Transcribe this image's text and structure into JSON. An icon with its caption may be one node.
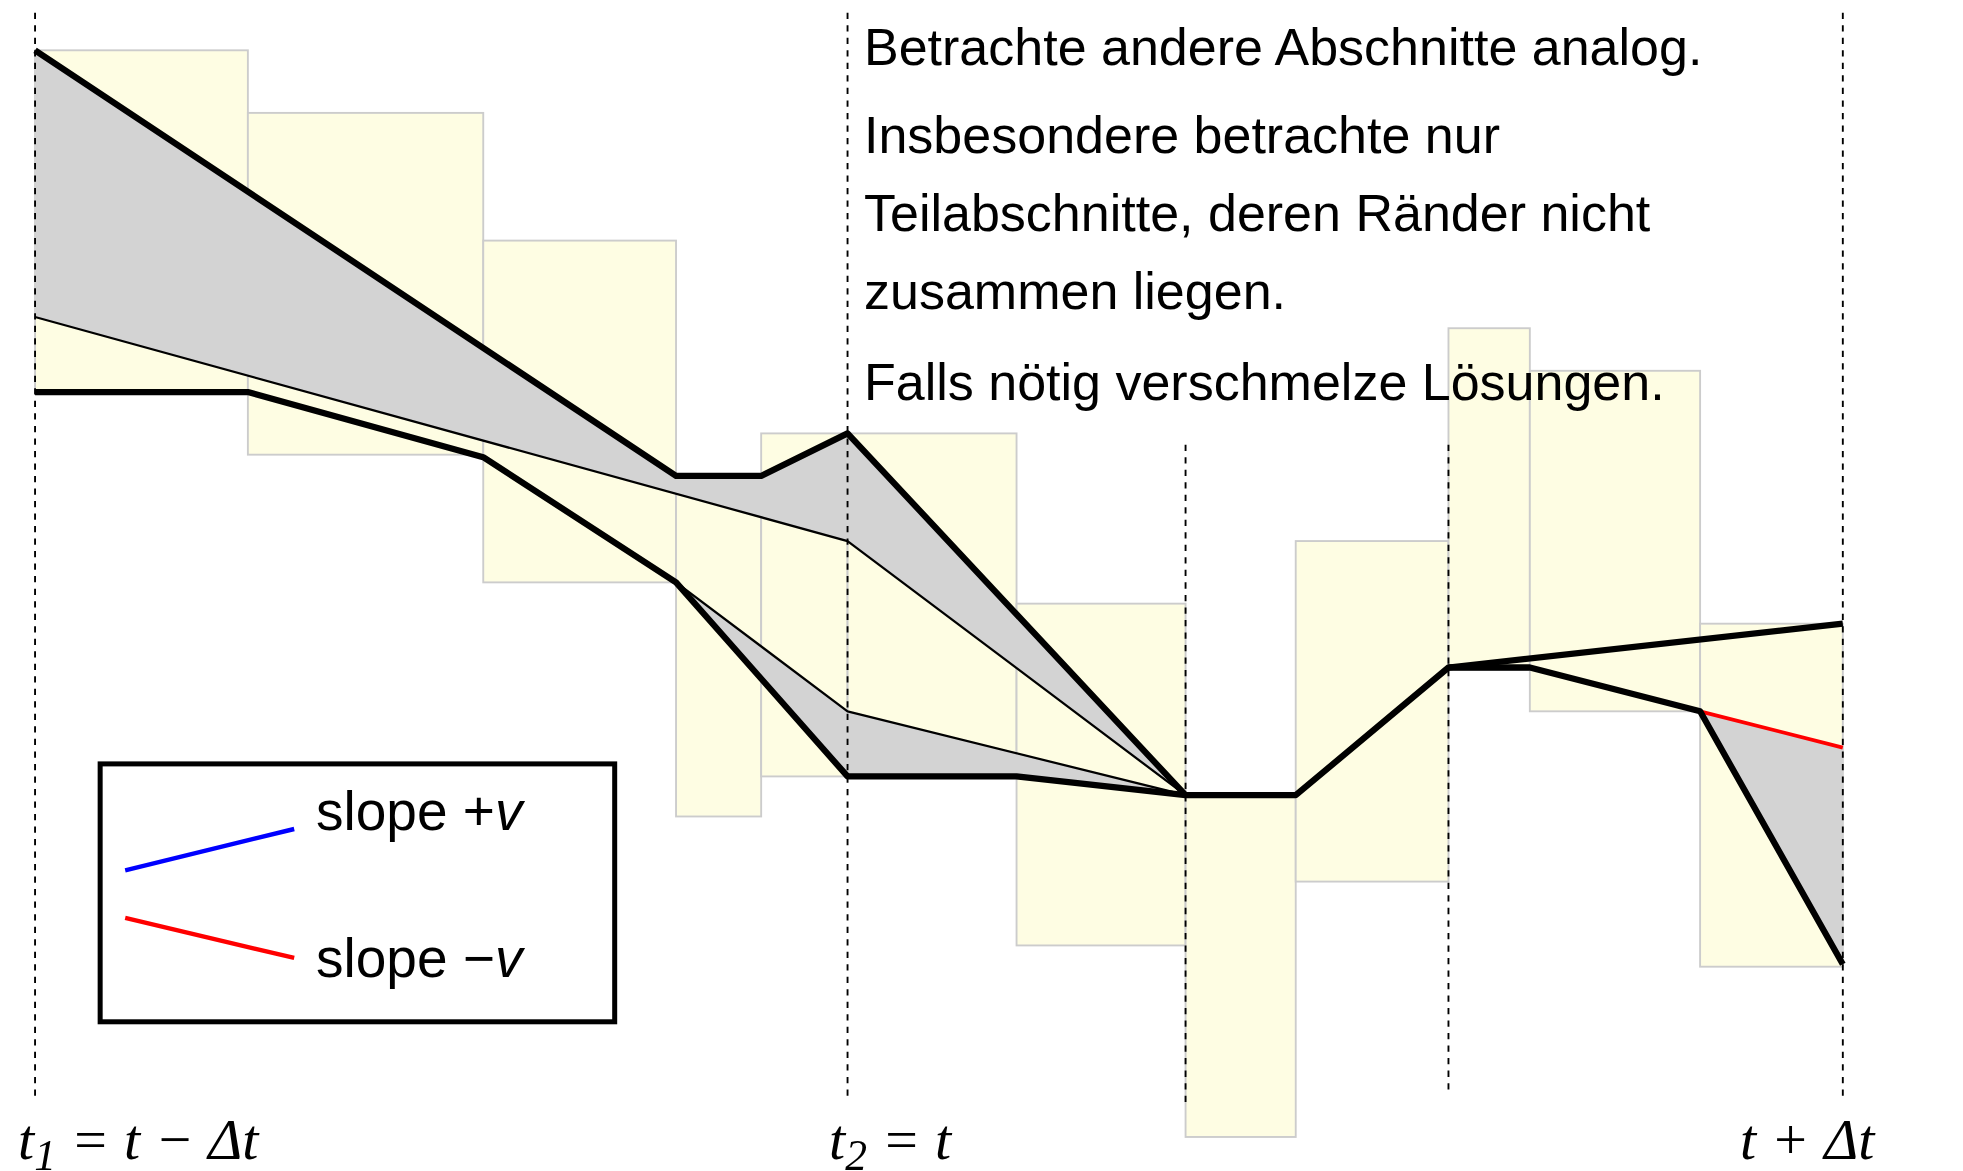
{
  "diagram": {
    "labels": [
      "Betrachte andere Abschnitte analog.",
      "Insbesondere betrachte nur Teilabschnitte, deren Ränder nicht zusammen liegen.",
      "Falls nötig verschmelze Lösungen.",
      "t$_{1}$ = t − Δt",
      "t$_{2}$ = t",
      "t + Δt"
    ],
    "legend": [
      {
        "text": "slope +*v*"
      },
      {
        "text": "slope −*v*"
      }
    ]
  }
}
